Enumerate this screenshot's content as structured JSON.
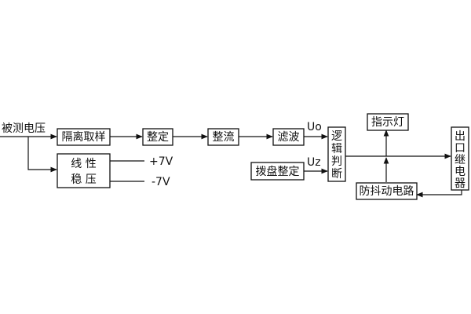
{
  "diagram": {
    "input_label": "被测电压",
    "blocks": {
      "isolation_sampling": "隔离取样",
      "shaping_1": "整定",
      "rectify": "整流",
      "filter": "滤波",
      "logic_judge": [
        "逻",
        "辑",
        "判",
        "断"
      ],
      "indicator_lamp": "指示灯",
      "output_relay": [
        "出",
        "口",
        "继",
        "电",
        "器"
      ],
      "anti_jitter_circuit": "防抖动电路",
      "dial_setting": "拨盘整定",
      "linear_regulator": [
        "线 性",
        "稳 压"
      ]
    },
    "signals": {
      "uo": "Uo",
      "uz": "Uz",
      "plus_7v": "+7V",
      "minus_7v": "-7V"
    },
    "colors": {
      "line": "#111111",
      "background": "#ffffff"
    }
  }
}
